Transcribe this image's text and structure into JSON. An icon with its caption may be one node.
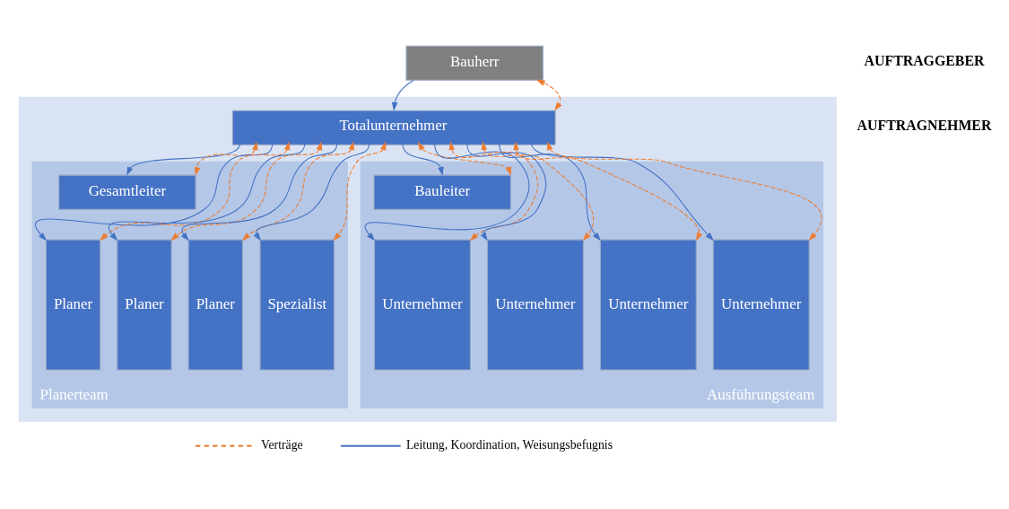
{
  "diagram": {
    "nodes": [
      {
        "text": [
          "Bauherr"
        ]
      },
      {
        "text": [],
        "shape": "box"
      },
      {
        "text": [
          "Totalunternehmer"
        ],
        "in": 1
      },
      {
        "text": [
          "Planerteam"
        ],
        "in": 1
      },
      {
        "text": [
          "Gesamtleiter"
        ],
        "in": 3
      },
      {
        "text": [
          "Planer"
        ],
        "in": 3
      },
      {
        "text": [
          "Planer"
        ],
        "in": 3
      },
      {
        "text": [
          "Planer"
        ],
        "in": 3
      },
      {
        "text": [
          "Spezialist"
        ],
        "in": 3
      },
      {
        "text": [
          "Ausführungsteam"
        ],
        "in": 1
      },
      {
        "text": [
          "Bauleiter"
        ],
        "in": 9
      },
      {
        "text": [
          "Unternehmer"
        ],
        "in": 9
      },
      {
        "text": [
          "Unternehmer"
        ],
        "in": 9
      },
      {
        "text": [
          "Unternehmer"
        ],
        "in": 9
      },
      {
        "text": [
          "Unternehmer"
        ],
        "in": 9
      }
    ],
    "edges": [
      {
        "from": 0,
        "to": 2,
        "arrow": "to",
        "color": "#4472c4"
      },
      {
        "from": 0,
        "to": 2,
        "arrow": "both",
        "style": "dashed",
        "color": "#ed7d31"
      },
      {
        "from": 2,
        "to": 4,
        "arrow": "to",
        "color": "#4472c4"
      },
      {
        "from": 2,
        "to": 4,
        "arrow": "both",
        "style": "dashed",
        "color": "#ed7d31"
      },
      {
        "from": 2,
        "to": 5,
        "arrow": "to",
        "color": "#4472c4"
      },
      {
        "from": 2,
        "to": 5,
        "arrow": "both",
        "style": "dashed",
        "color": "#ed7d31"
      },
      {
        "from": 2,
        "to": 6,
        "arrow": "to",
        "color": "#4472c4"
      },
      {
        "from": 2,
        "to": 6,
        "arrow": "both",
        "style": "dashed",
        "color": "#ed7d31"
      },
      {
        "from": 2,
        "to": 7,
        "arrow": "to",
        "color": "#4472c4"
      },
      {
        "from": 2,
        "to": 7,
        "arrow": "both",
        "style": "dashed",
        "color": "#ed7d31"
      },
      {
        "from": 2,
        "to": 8,
        "arrow": "to",
        "color": "#4472c4"
      },
      {
        "from": 2,
        "to": 8,
        "arrow": "both",
        "style": "dashed",
        "color": "#ed7d31"
      },
      {
        "from": 2,
        "to": 10,
        "arrow": "to",
        "color": "#4472c4"
      },
      {
        "from": 2,
        "to": 10,
        "arrow": "both",
        "style": "dashed",
        "color": "#ed7d31"
      },
      {
        "from": 2,
        "to": 11,
        "arrow": "to",
        "color": "#4472c4"
      },
      {
        "from": 2,
        "to": 11,
        "arrow": "both",
        "style": "dashed",
        "color": "#ed7d31"
      },
      {
        "from": 2,
        "to": 12,
        "arrow": "to",
        "color": "#4472c4"
      },
      {
        "from": 2,
        "to": 12,
        "arrow": "both",
        "style": "dashed",
        "color": "#ed7d31"
      },
      {
        "from": 2,
        "to": 13,
        "arrow": "to",
        "color": "#4472c4"
      },
      {
        "from": 2,
        "to": 13,
        "arrow": "both",
        "style": "dashed",
        "color": "#ed7d31"
      },
      {
        "from": 2,
        "to": 14,
        "arrow": "to",
        "color": "#4472c4"
      },
      {
        "from": 2,
        "to": 14,
        "arrow": "both",
        "style": "dashed",
        "color": "#ed7d31"
      }
    ],
    "labels": [
      "AUFTRAGGEBER",
      "AUFTRAGNEHMER"
    ],
    "legend": [
      {
        "text": "Verträge"
      },
      {
        "text": "Leitung, Koordination, Weisungsbefugnis"
      }
    ]
  }
}
